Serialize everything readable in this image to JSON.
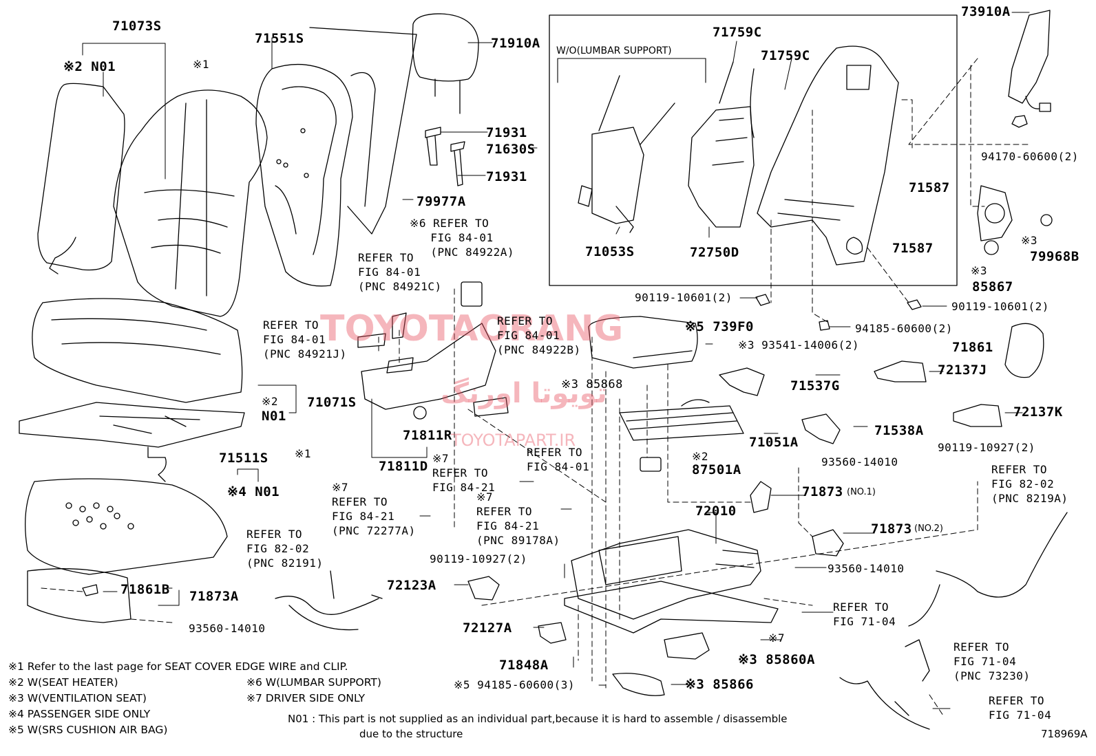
{
  "watermark": {
    "main": "TOYOTAORANG",
    "arabic": "تویوتا اورنگ",
    "site": "TOYOTAPART.IR",
    "color": "#e6505f"
  },
  "diagram_id": "718969A",
  "box_title": "W/O(LUMBAR SUPPORT)",
  "labels": {
    "p71073S": "71073S",
    "n01_a": "※2 N01",
    "p71551S": "71551S",
    "m1_a": "※1",
    "p71910A": "71910A",
    "p71931_a": "71931",
    "p71630S": "71630S",
    "p71931_b": "71931",
    "p79977A": "79977A",
    "p71759C_a": "71759C",
    "p71759C_b": "71759C",
    "p73910A": "73910A",
    "p94170": "94170-60600(2)",
    "p71587_a": "71587",
    "p71587_b": "71587",
    "p71053S": "71053S",
    "p72750D": "72750D",
    "p79968B": "79968B",
    "m3_a": "※3",
    "m3_b": "※3",
    "p85867": "85867",
    "p90119_a": "90119-10601(2)",
    "p90119_b": "90119-10601(2)",
    "p94185_a": "94185-60600(2)",
    "p739F0": "※5 739F0",
    "p93541": "※3 93541-14006(2)",
    "p71861": "71861",
    "p72137J": "72137J",
    "p85868": "※3 85868",
    "p71537G": "71537G",
    "p72137K": "72137K",
    "p71071S": "71071S",
    "n01_b": "※2",
    "n01_b2": "N01",
    "p71538A": "71538A",
    "p71811R": "71811R",
    "p71811D": "71811D",
    "p71051A": "71051A",
    "p90119_c": "90119-10927(2)",
    "m1_b": "※1",
    "p87501A": "87501A",
    "m2_c": "※2",
    "p93560_a": "93560-14010",
    "p71511S": "71511S",
    "n01_c": "※4 N01",
    "m7_a": "※7",
    "p71873_1": "71873",
    "p71873_1n": "(NO.1)",
    "p72010": "72010",
    "p71873_2": "71873",
    "p71873_2n": "(NO.2)",
    "p90119_d": "90119-10927(2)",
    "p93560_b": "93560-14010",
    "p72123A": "72123A",
    "p71861B": "71861B",
    "p71873A": "71873A",
    "p93560_c": "93560-14010",
    "p72127A": "72127A",
    "m7_c": "※7",
    "p85860A": "※3 85860A",
    "p71848A": "71848A",
    "p94185_b": "※5 94185-60600(3)",
    "p85866": "※3 85866"
  },
  "refs": {
    "r_84922A": "※6 REFER TO\n   FIG 84-01\n   (PNC 84922A)",
    "r_84921C": "REFER TO\nFIG 84-01\n(PNC 84921C)",
    "r_84921J": "REFER TO\nFIG 84-01\n(PNC 84921J)",
    "r_84922B": "REFER TO\nFIG 84-01\n(PNC 84922B)",
    "r_8401": "REFER TO\nFIG 84-01",
    "r_8421a": "※7\nREFER TO\nFIG 84-21",
    "r_72277A": "※7\nREFER TO\nFIG 84-21\n(PNC 72277A)",
    "r_89178A": "※7\nREFER TO\nFIG 84-21\n(PNC 89178A)",
    "r_82191": "REFER TO\nFIG 82-02\n(PNC 82191)",
    "r_8219A": "REFER TO\nFIG 82-02\n(PNC 8219A)",
    "r_7104a": "REFER TO\nFIG 71-04",
    "r_73230": "REFER TO\nFIG 71-04\n(PNC 73230)",
    "r_7104b": "REFER TO\nFIG 71-04"
  },
  "notes": {
    "n1": "※1 Refer to the last page for SEAT COVER EDGE WIRE and CLIP.",
    "n2": "※2 W(SEAT HEATER)",
    "n3": "※3 W(VENTILATION SEAT)",
    "n4": "※4 PASSENGER SIDE ONLY",
    "n5": "※5 W(SRS CUSHION AIR BAG)",
    "n6": "※6 W(LUMBAR SUPPORT)",
    "n7": "※7 DRIVER SIDE ONLY",
    "n01_line1": "N01 : This part is not supplied as an individual part,because it is hard to assemble / disassemble",
    "n01_line2": "due to the structure"
  }
}
